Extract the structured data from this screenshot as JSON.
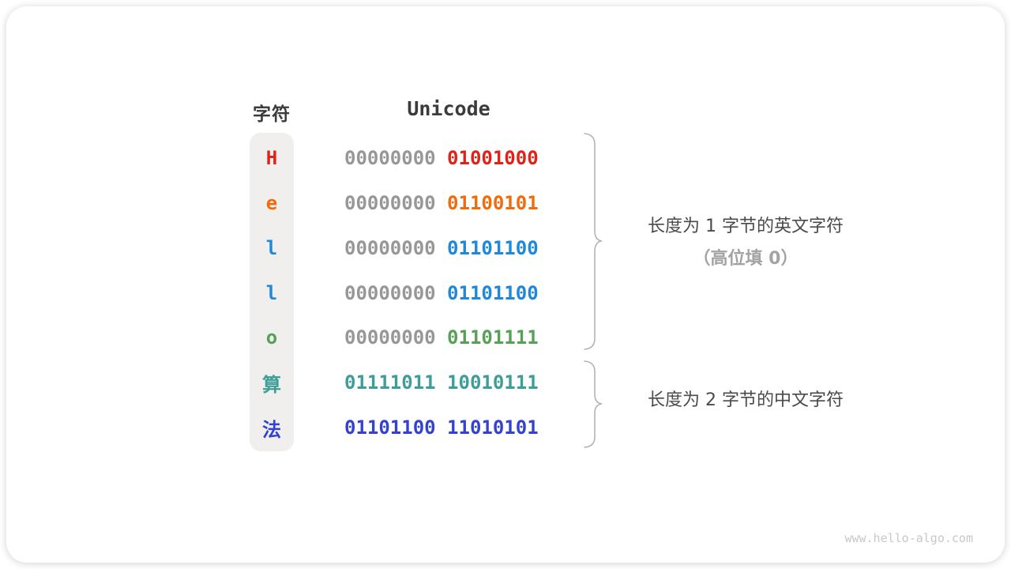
{
  "table": {
    "headers": {
      "char": "字符",
      "code": "Unicode"
    },
    "rows": [
      {
        "char": "H",
        "char_color": "#e02318",
        "byte1": "00000000",
        "byte1_color": "#979797",
        "byte2": "01001000",
        "byte2_color": "#e02318"
      },
      {
        "char": "e",
        "char_color": "#f06b0c",
        "byte1": "00000000",
        "byte1_color": "#979797",
        "byte2": "01100101",
        "byte2_color": "#f06b0c"
      },
      {
        "char": "l",
        "char_color": "#1e88db",
        "byte1": "00000000",
        "byte1_color": "#979797",
        "byte2": "01101100",
        "byte2_color": "#1e88db"
      },
      {
        "char": "l",
        "char_color": "#1e88db",
        "byte1": "00000000",
        "byte1_color": "#979797",
        "byte2": "01101100",
        "byte2_color": "#1e88db"
      },
      {
        "char": "o",
        "char_color": "#57a157",
        "byte1": "00000000",
        "byte1_color": "#979797",
        "byte2": "01101111",
        "byte2_color": "#57a157"
      },
      {
        "char": "算",
        "char_color": "#3d9e97",
        "byte1": "01111011",
        "byte1_color": "#3d9e97",
        "byte2": "10010111",
        "byte2_color": "#3d9e97"
      },
      {
        "char": "法",
        "char_color": "#3343cf",
        "byte1": "01101100",
        "byte1_color": "#3343cf",
        "byte2": "11010101",
        "byte2_color": "#3343cf"
      }
    ]
  },
  "annotations": {
    "group1_line1": "长度为 1 字节的英文字符",
    "group1_line2": "（高位填 0）",
    "group2_line1": "长度为 2 字节的中文字符"
  },
  "watermark": "www.hello-algo.com",
  "colors": {
    "brace": "#b3b3b3",
    "column_bg": "#f0efed",
    "header_text": "#3b3b3b"
  },
  "layout_meta": {
    "row_top_start": 164,
    "row_step": 56.85
  }
}
